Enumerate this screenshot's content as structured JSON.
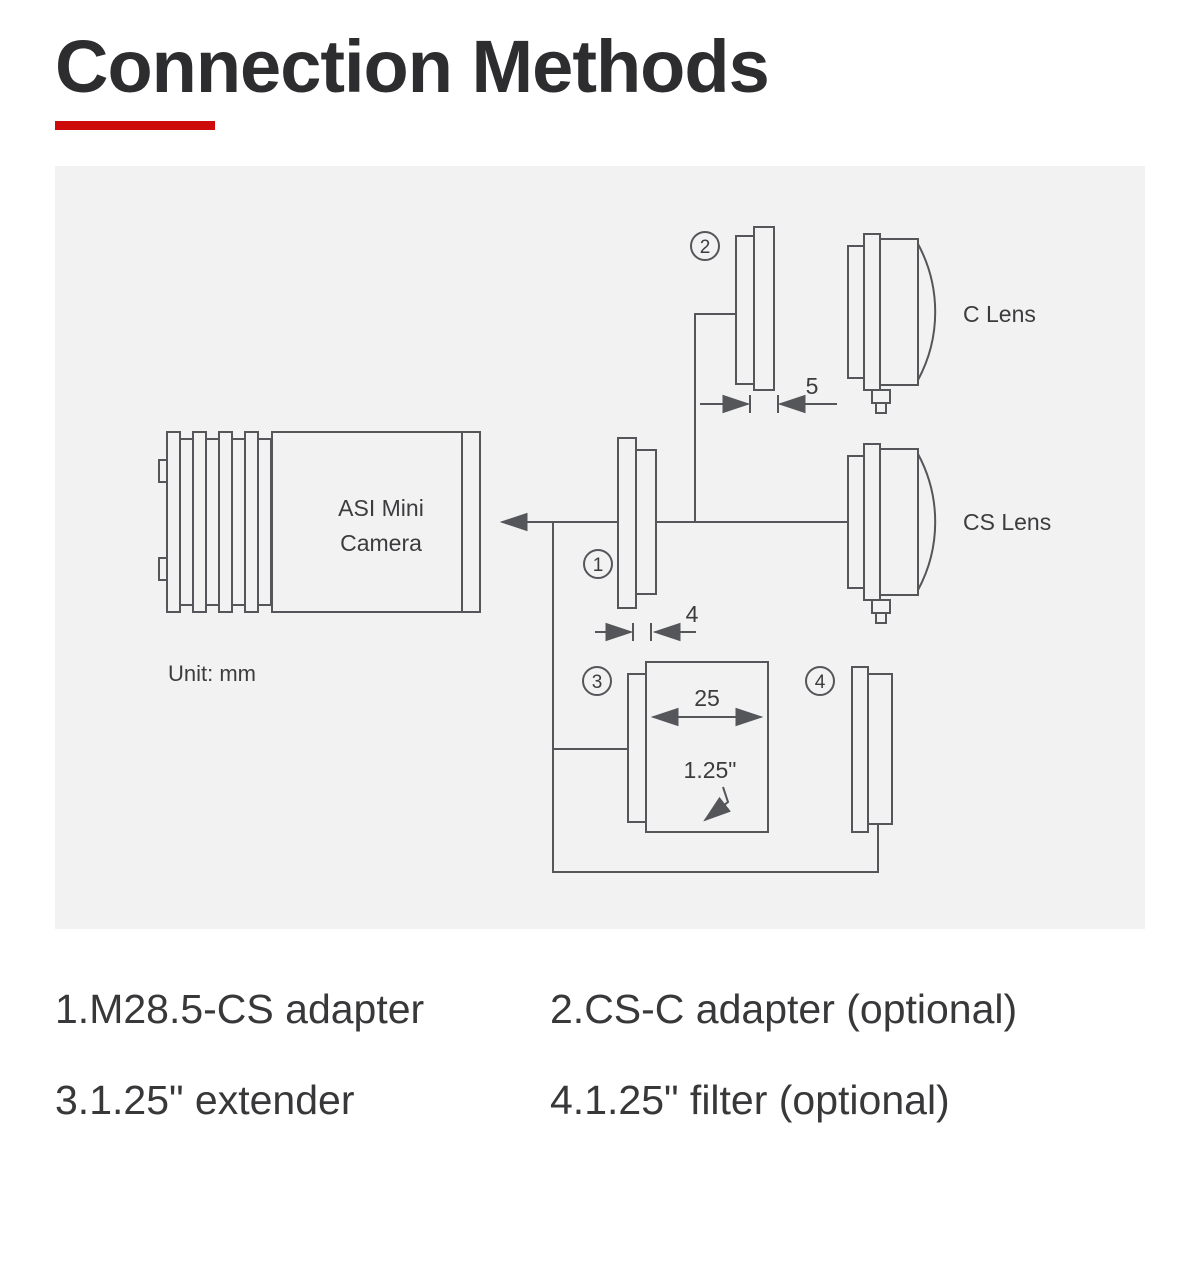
{
  "header": {
    "title": "Connection Methods"
  },
  "diagram": {
    "camera": {
      "line1": "ASI Mini",
      "line2": "Camera"
    },
    "unit": "Unit: mm",
    "labels": {
      "c_lens": "C Lens",
      "cs_lens": "CS Lens"
    },
    "markers": {
      "m1": "1",
      "m2": "2",
      "m3": "3",
      "m4": "4"
    },
    "dimensions": {
      "adapter1_mm": "4",
      "adapter2_mm": "5",
      "extender_mm": "25",
      "extender_bore_inch": "1.25\""
    }
  },
  "legend": {
    "items": [
      "1.M28.5-CS adapter",
      "2.CS-C adapter (optional)",
      "3.1.25\" extender",
      "4.1.25\" filter (optional)"
    ]
  },
  "colors": {
    "accent_red": "#ce0b0b",
    "panel_bg": "#f2f2f3",
    "line": "#54565a",
    "text": "#2d2d30"
  }
}
